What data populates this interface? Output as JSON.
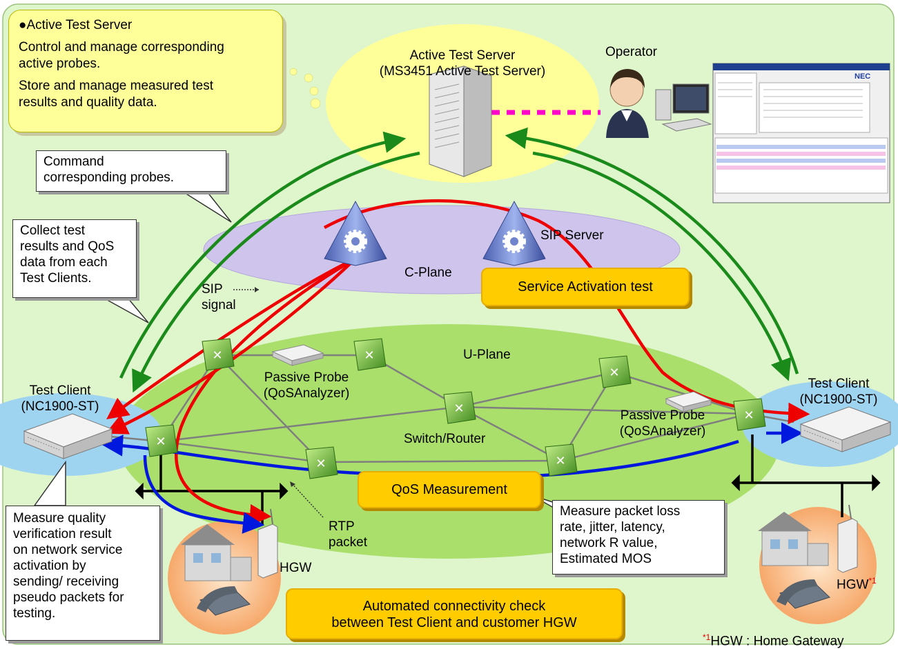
{
  "server_info": {
    "heading": "●Active Test Server",
    "line1": "Control and manage corresponding",
    "line2": "active probes.",
    "line3": "Store and manage measured test",
    "line4": "results and quality data."
  },
  "server": {
    "label1": "Active Test Server",
    "label2": "(MS3451 Active Test Server)"
  },
  "operator": {
    "label": "Operator",
    "screen_brand": "NEC"
  },
  "callouts": {
    "command": [
      "Command",
      "corresponding probes."
    ],
    "collect": [
      "Collect test",
      "results and QoS",
      "data from each",
      "Test Clients."
    ],
    "measure_quality": [
      "Measure quality",
      "verification result",
      "on network service",
      "activation by",
      "sending/ receiving",
      "pseudo packets for",
      "testing."
    ],
    "measure_packet": [
      "Measure packet loss",
      "rate, jitter, latency,",
      "network R value,",
      "Estimated MOS"
    ]
  },
  "planes": {
    "c_plane": "C-Plane",
    "u_plane": "U-Plane",
    "sip_server": "SIP Server"
  },
  "labels": {
    "sip_signal": [
      "SIP",
      "signal"
    ],
    "rtp_packet": [
      "RTP",
      "packet"
    ],
    "switch_router": "Switch/Router",
    "passive_probe_left": [
      "Passive Probe",
      "(QoSAnalyzer)"
    ],
    "passive_probe_right": [
      "Passive Probe",
      "(QoSAnalyzer)"
    ],
    "test_client_left": [
      "Test Client",
      "(NC1900-ST)"
    ],
    "test_client_right": [
      "Test Client",
      "(NC1900-ST)"
    ],
    "hgw_left": "HGW",
    "hgw_right": "HGW",
    "hgw_right_sup": "*1"
  },
  "badges": {
    "service_activation": "Service Activation test",
    "qos_measurement": "QoS Measurement",
    "connectivity": [
      "Automated connectivity check",
      "between Test Client and customer HGW"
    ]
  },
  "footnote": {
    "mark": "*1",
    "text": "HGW : Home Gateway"
  },
  "colors": {
    "background": "#dff5cc",
    "server_bubble": "#ffff99",
    "c_plane": "#cfc4ec",
    "u_plane": "#a9df6a",
    "client_ellipse": "#9fd4f0",
    "badge": "#ffcc00",
    "arrow_green": "#1a8a1a",
    "arrow_red": "#ee0000",
    "arrow_blue": "#0018dd",
    "dash_magenta": "#ff00cc"
  }
}
